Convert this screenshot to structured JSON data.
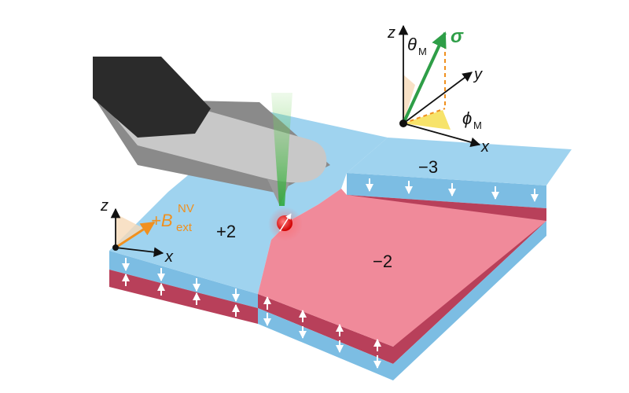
{
  "colors": {
    "blue": "#9fd3ef",
    "blue_side": "#7cbde3",
    "red": "#f08a9a",
    "red_side": "#b8405a",
    "orange": "#f0901e",
    "green": "#2e9e47",
    "nv_red": "#e01818",
    "probe_grey": "#c8c8c8",
    "probe_dark": "#2b2b2b"
  },
  "domains": {
    "left": "+2",
    "front_right": "−2",
    "back_right": "−3"
  },
  "axes_small": {
    "z": "z",
    "x": "x",
    "field_base": "+B",
    "field_sup": "NV",
    "field_sub": "ext"
  },
  "axes_large": {
    "z": "z",
    "y": "y",
    "x": "x",
    "theta": "θ",
    "theta_sub": "M",
    "phi": "ϕ",
    "phi_sub": "M",
    "sigma": "σ"
  }
}
